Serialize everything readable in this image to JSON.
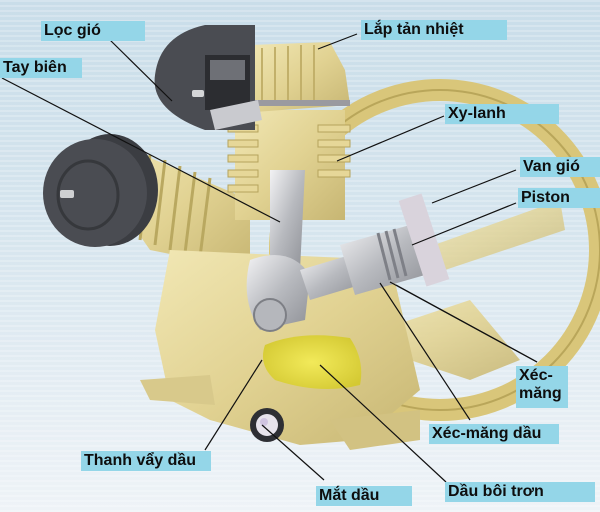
{
  "diagram": {
    "subject": "Air compressor cutaway (cross-section)",
    "label_color": "#94d6e8",
    "body_color": "#e3d59a",
    "oil_color": "#e8e04a",
    "labels": {
      "loc_gio": "Lọc gió",
      "tay_bien": "Tay biên",
      "lap_tan_nhiet": "Lắp tản nhiệt",
      "xy_lanh": "Xy-lanh",
      "van_gio": "Van gió",
      "piston": "Piston",
      "xec_mang": "Xéc-\nmăng",
      "xec_mang_line1": "Xéc-",
      "xec_mang_line2": "măng",
      "xec_mang_dau": "Xéc-măng dầu",
      "thanh_vay_dau": "Thanh vẩy dầu",
      "mat_dau": "Mắt dầu",
      "dau_boi_tron": "Dầu bôi trơn"
    }
  }
}
